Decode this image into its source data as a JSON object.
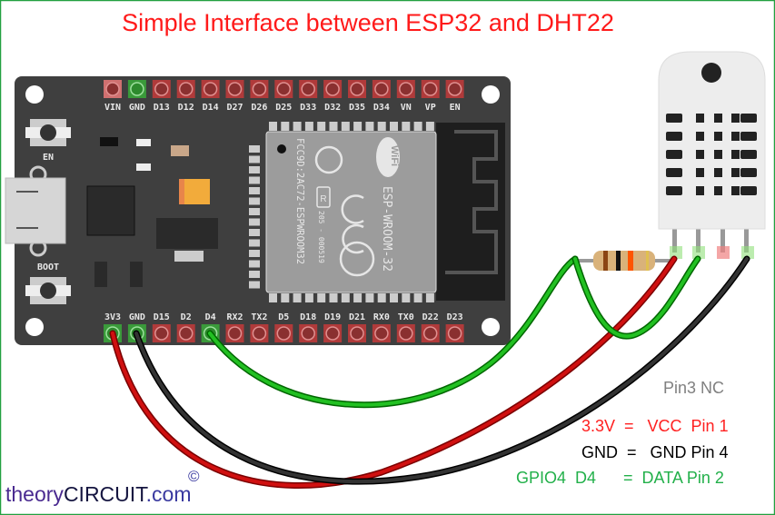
{
  "title": "Simple Interface between ESP32 and DHT22",
  "board": {
    "top_pins": [
      "VIN",
      "GND",
      "D13",
      "D12",
      "D14",
      "D27",
      "D26",
      "D25",
      "D33",
      "D32",
      "D35",
      "D34",
      "VN",
      "VP",
      "EN"
    ],
    "bottom_pins": [
      "3V3",
      "GND",
      "D15",
      "D2",
      "D4",
      "RX2",
      "TX2",
      "D5",
      "D18",
      "D19",
      "D21",
      "RX0",
      "TX0",
      "D22",
      "D23"
    ],
    "button_en": "EN",
    "button_boot": "BOOT",
    "module_name": "ESP-WROOM-32",
    "module_fcc": "FCC9D:2AC72-ESPWROOM32",
    "module_code": "205 - 000519",
    "wifi_logo": "WiFi"
  },
  "legend": {
    "nc": "Pin3 NC",
    "vcc": "3.3V  =   VCC  Pin 1",
    "gnd": "GND  =   GND Pin 4",
    "data": "GPIO4  D4      =  DATA Pin 2"
  },
  "watermark": {
    "part1": "theory",
    "part2": "CIRCUIT",
    "part3": ".com",
    "copyright": "©"
  },
  "colors": {
    "title": "#ff0000",
    "vcc": "#ff2020",
    "data": "#22b04a",
    "nc": "#808080",
    "border": "#22a040"
  }
}
